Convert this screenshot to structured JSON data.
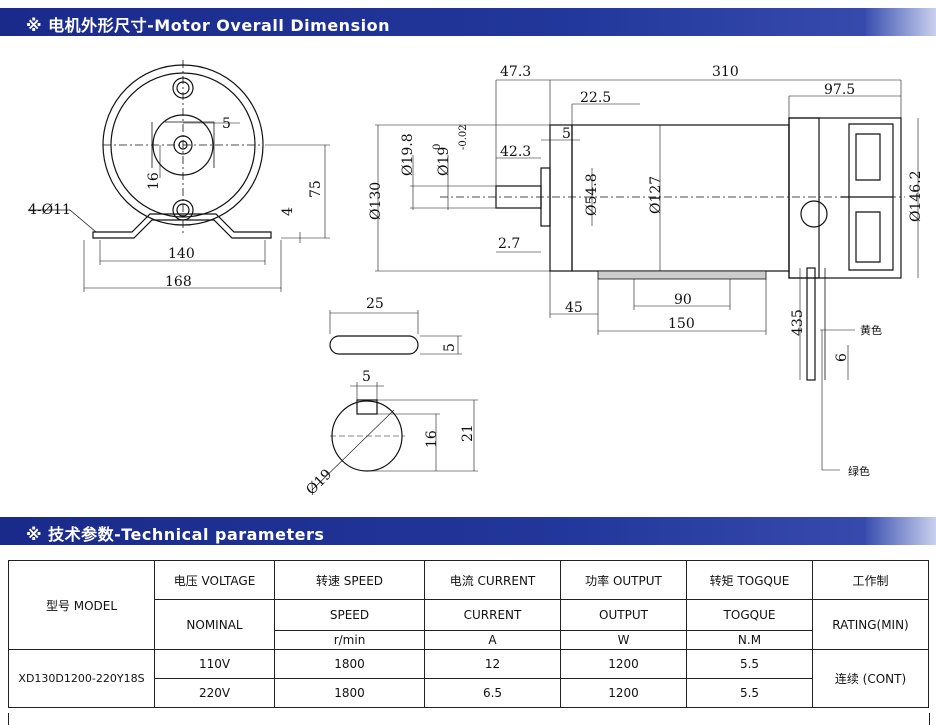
{
  "sections": {
    "dimension_title": "※ 电机外形尺寸-Motor Overall Dimension",
    "params_title": "※ 技术参数-Technical parameters"
  },
  "drawing": {
    "front_view": {
      "d5": "5",
      "d16": "16",
      "d75": "75",
      "d4": "4",
      "d140": "140",
      "d168": "168",
      "hole": "4-Ø11"
    },
    "side_view": {
      "d47_3": "47.3",
      "d310": "310",
      "d97_5": "97.5",
      "d22_5": "22.5",
      "d5": "5",
      "d42_3": "42.3",
      "d2_7": "2.7",
      "d45": "45",
      "d90": "90",
      "d150": "150",
      "phi130": "Ø130",
      "phi19_8": "Ø19.8",
      "phi19_tol_upper": "0",
      "phi19_tol_lower": "-0.02",
      "phi19": "Ø19",
      "phi54_8": "Ø54.8",
      "phi127": "Ø127",
      "phi146_2": "Ø146.2",
      "d435": "435",
      "d6": "6",
      "wire_yellow": "黄色",
      "wire_green": "绿色"
    },
    "key": {
      "d25": "25",
      "d5": "5"
    },
    "shaft_section": {
      "d5": "5",
      "d16": "16",
      "d21": "21",
      "phi19": "Ø19"
    }
  },
  "table": {
    "header": {
      "model": "型号 MODEL",
      "voltage": "电压 VOLTAGE",
      "speed": "转速 SPEED",
      "current": "电流 CURRENT",
      "output": "功率 OUTPUT",
      "torque": "转矩 TOGQUE",
      "rating": "工作制"
    },
    "subheader": {
      "nominal": "NOMINAL",
      "speed": "SPEED",
      "current": "CURRENT",
      "output": "OUTPUT",
      "torque": "TOGQUE",
      "rating": "RATING(MIN)"
    },
    "units": {
      "speed": "r/min",
      "current": "A",
      "output": "W",
      "torque": "N.M"
    },
    "model_name": "XD130D1200-220Y18S",
    "rating_value": "连续 (CONT)",
    "rows": [
      {
        "voltage": "110V",
        "speed": "1800",
        "current": "12",
        "output": "1200",
        "torque": "5.5"
      },
      {
        "voltage": "220V",
        "speed": "1800",
        "current": "6.5",
        "output": "1200",
        "torque": "5.5"
      }
    ]
  },
  "colors": {
    "banner": "#22379b",
    "line": "#111111"
  }
}
